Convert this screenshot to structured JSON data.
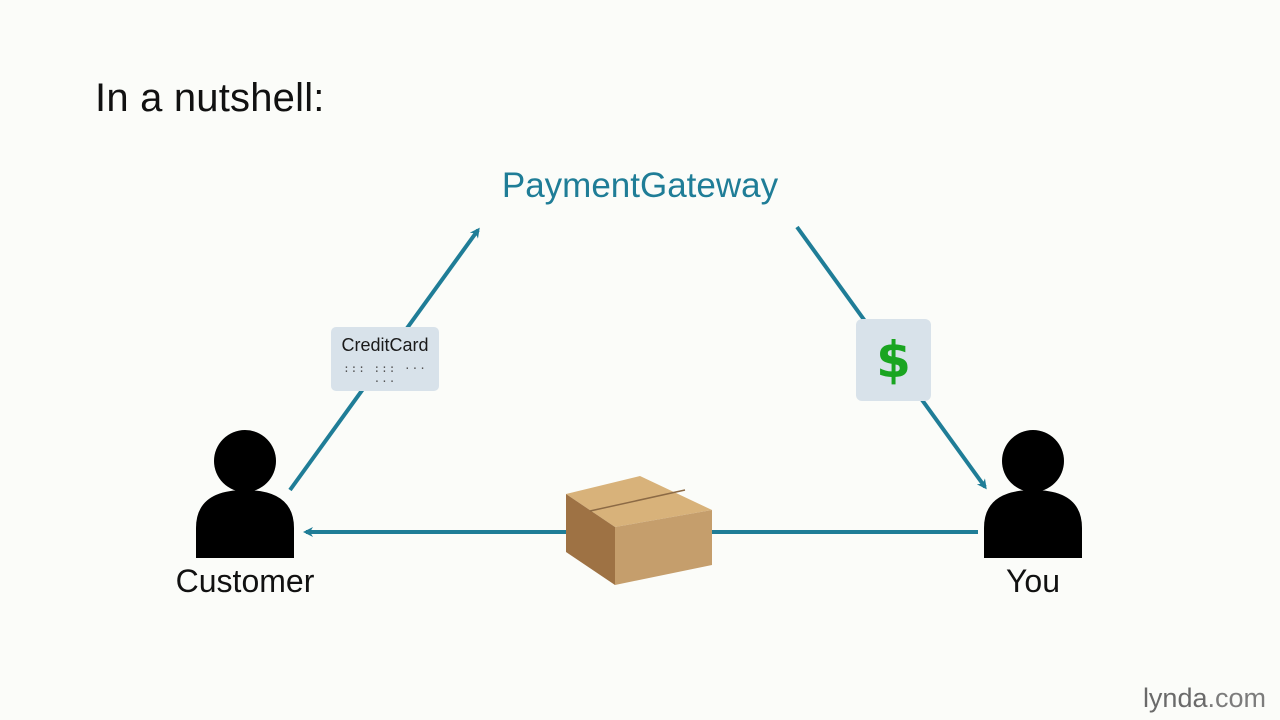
{
  "title": "In a nutshell:",
  "diagram": {
    "gateway_label": "PaymentGateway",
    "customer_label": "Customer",
    "you_label": "You",
    "credit_card": {
      "label": "CreditCard",
      "number_mask": "::: ::: ··· ···"
    },
    "money_symbol": "$"
  },
  "brand": {
    "name": "lynda",
    "suffix": ".com"
  },
  "colors": {
    "arrow": "#1f7d97",
    "gateway_text": "#1f7d97",
    "money_green": "#1aa521",
    "card_bg": "#d8e2ea",
    "box_brown": "#c09060"
  },
  "icons": [
    "person-icon",
    "person-icon",
    "package-box-icon",
    "credit-card-icon",
    "dollar-icon"
  ]
}
